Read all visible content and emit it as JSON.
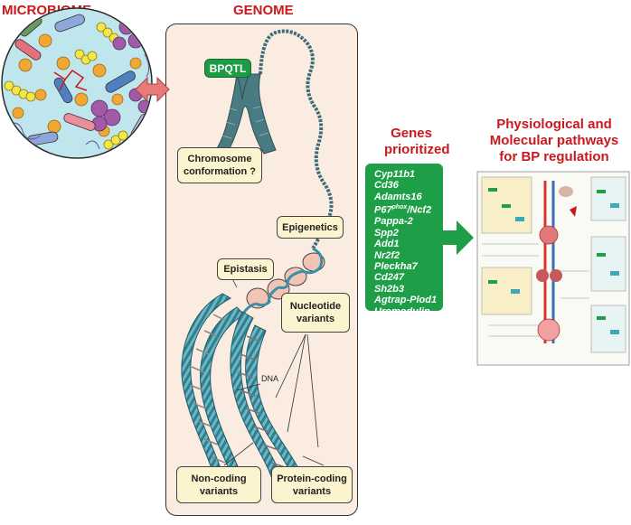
{
  "titles": {
    "microbiome": "MICROBIOME",
    "genome": "GENOME",
    "genes_prioritized_line1": "Genes",
    "genes_prioritized_line2": "prioritized",
    "pathways_line1": "Physiological and",
    "pathways_line2": "Molecular pathways",
    "pathways_line3": "for BP regulation"
  },
  "genome_labels": {
    "bpqtl": "BPQTL",
    "chromosome_conformation_line1": "Chromosome",
    "chromosome_conformation_line2": "conformation ?",
    "epigenetics": "Epigenetics",
    "epistasis": "Epistasis",
    "dna": "DNA",
    "nucleotide_variants_line1": "Nucleotide",
    "nucleotide_variants_line2": "variants",
    "non_coding_line1": "Non-coding",
    "non_coding_line2": "variants",
    "protein_coding_line1": "Protein-coding",
    "protein_coding_line2": "variants"
  },
  "genes": {
    "g1": "Cyp11b1",
    "g2": "Cd36",
    "g3": "Adamts16",
    "g4_main": "P67",
    "g4_sup": "phox",
    "g4_tail": "/Ncf2",
    "g5": "Pappa-2",
    "g6": "Spp2",
    "g7": "Add1",
    "g8": "Nr2f2",
    "g9": "Pleckha7",
    "g10": "Cd247",
    "g11": "Sh2b3",
    "g12": "Agtrap-Plod1",
    "g13": "Uromodulin"
  },
  "colors": {
    "title_red": "#c8191e",
    "gene_green": "#1f9e48",
    "panel_bg": "#fbece1",
    "label_bg": "#fcf3cf",
    "dna_teal": "#3a8fa8",
    "microbiome_bg": "#bfe6ec",
    "arrow_pink": "#e87a7a"
  }
}
